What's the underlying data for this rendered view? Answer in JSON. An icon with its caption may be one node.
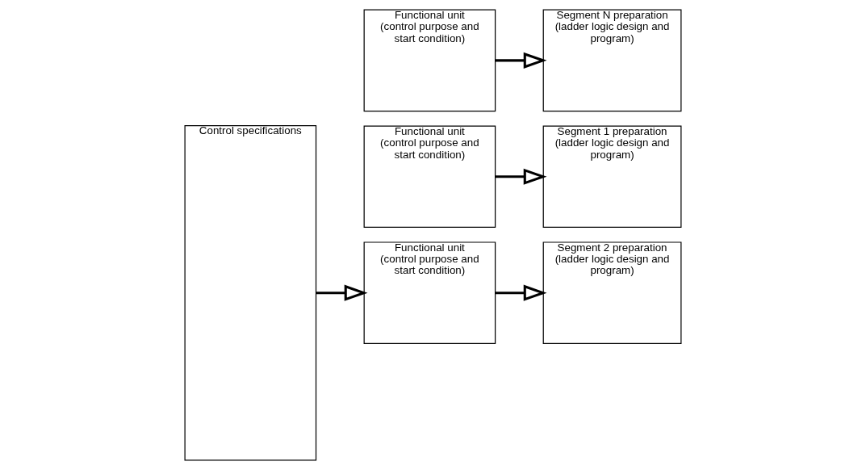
{
  "diagram": {
    "nodes": [
      {
        "text": [
          "Control specifications"
        ]
      },
      {
        "text": [
          "Functional unit (control purpose and start condition)"
        ]
      },
      {
        "text": [
          "Functional unit (control purpose and start condition)"
        ]
      },
      {
        "text": [
          "Functional unit (control purpose and start condition)"
        ]
      },
      {
        "text": [
          "Segment 1 preparation (ladder logic design and program)"
        ]
      },
      {
        "text": [
          "Segment 2 preparation (ladder logic design and program)"
        ]
      },
      {
        "text": [
          "Segment N preparation (ladder logic design and program)"
        ]
      }
    ],
    "edges": [
      {
        "from": 0,
        "to": 2,
        "arrow": "to"
      },
      {
        "from": 1,
        "to": 4,
        "arrow": "to"
      },
      {
        "from": 2,
        "to": 5,
        "arrow": "to"
      },
      {
        "from": 3,
        "to": 6,
        "arrow": "to"
      }
    ]
  }
}
